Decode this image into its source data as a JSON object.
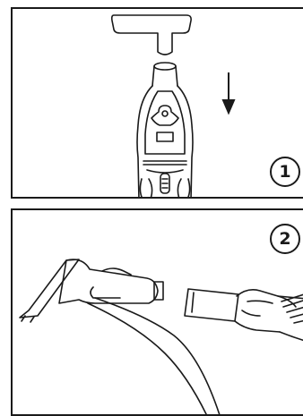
{
  "steps": [
    {
      "number": "1",
      "icon": "window-vac-attach-squeegee"
    },
    {
      "number": "2",
      "icon": "window-vac-insert-battery"
    }
  ],
  "colors": {
    "line": "#1a1a1a",
    "background": "#ffffff"
  }
}
